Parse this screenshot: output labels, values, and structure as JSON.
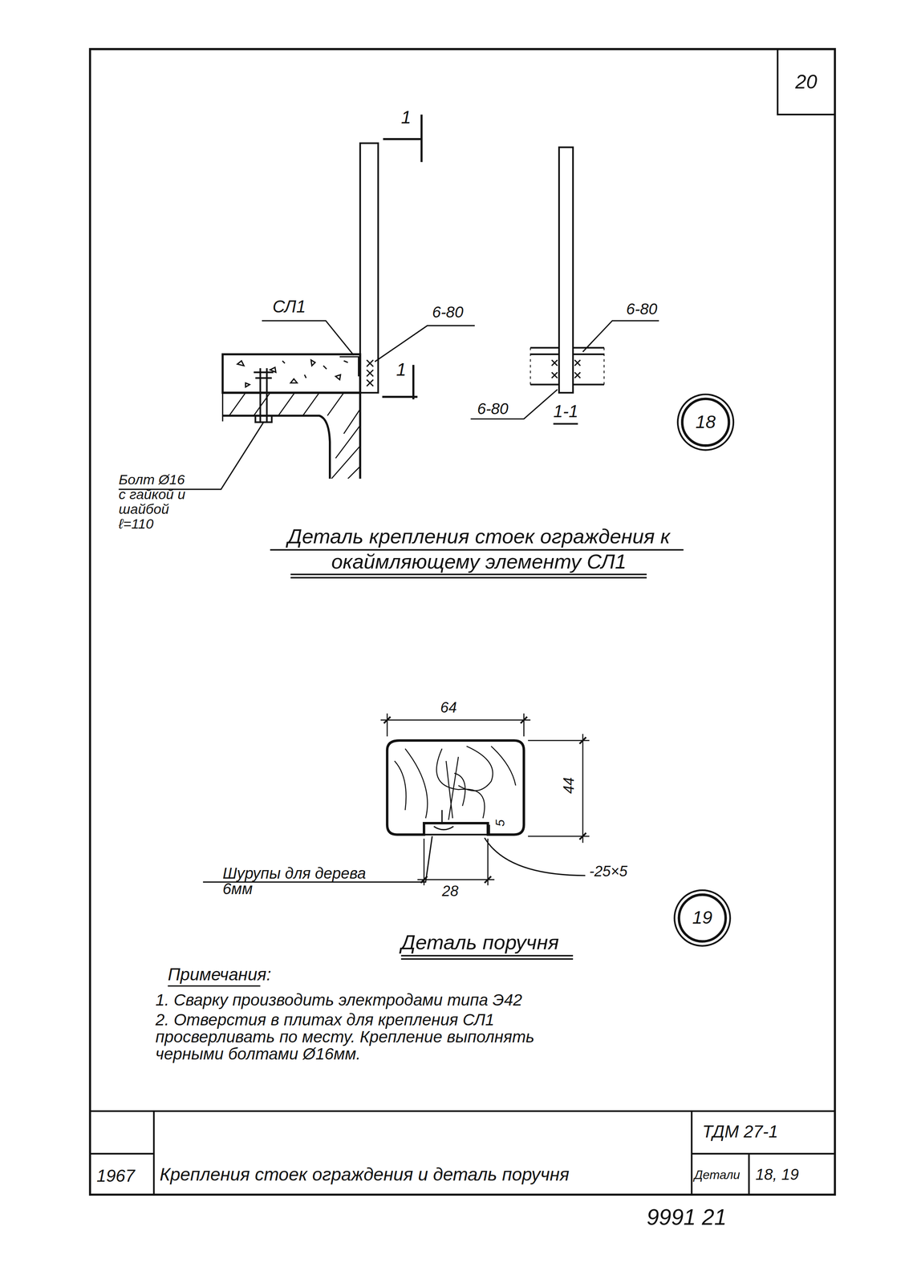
{
  "diagram": {
    "nodes": [
      {
        "text": [
          "20"
        ]
      },
      {
        "text": [
          "18"
        ]
      },
      {
        "text": [
          "19"
        ]
      }
    ],
    "labels": [
      "1",
      "1",
      "СЛ1",
      "6-80",
      "6-80",
      "6-80",
      "1-1",
      "Болт Ø16 с гайкой и шайбой ℓ=110",
      "Деталь крепления стоек ограждения к окаймляющему элементу СЛ1",
      "64",
      "44",
      "5",
      "28",
      "-25×5",
      "Шурупы для дерева 6мм",
      "Деталь поручня",
      "Примечания:",
      "1. Сварку производить электродами типа Э42",
      "2. Отверстия в плитах для крепления СЛ1 просверливать по месту. Крепление выполнять черными болтами Ø16мм.",
      "1967",
      "Крепления стоек ограждения и деталь поручня",
      "ТДМ 27-1",
      "Детали",
      "18, 19",
      "9991 21"
    ]
  }
}
